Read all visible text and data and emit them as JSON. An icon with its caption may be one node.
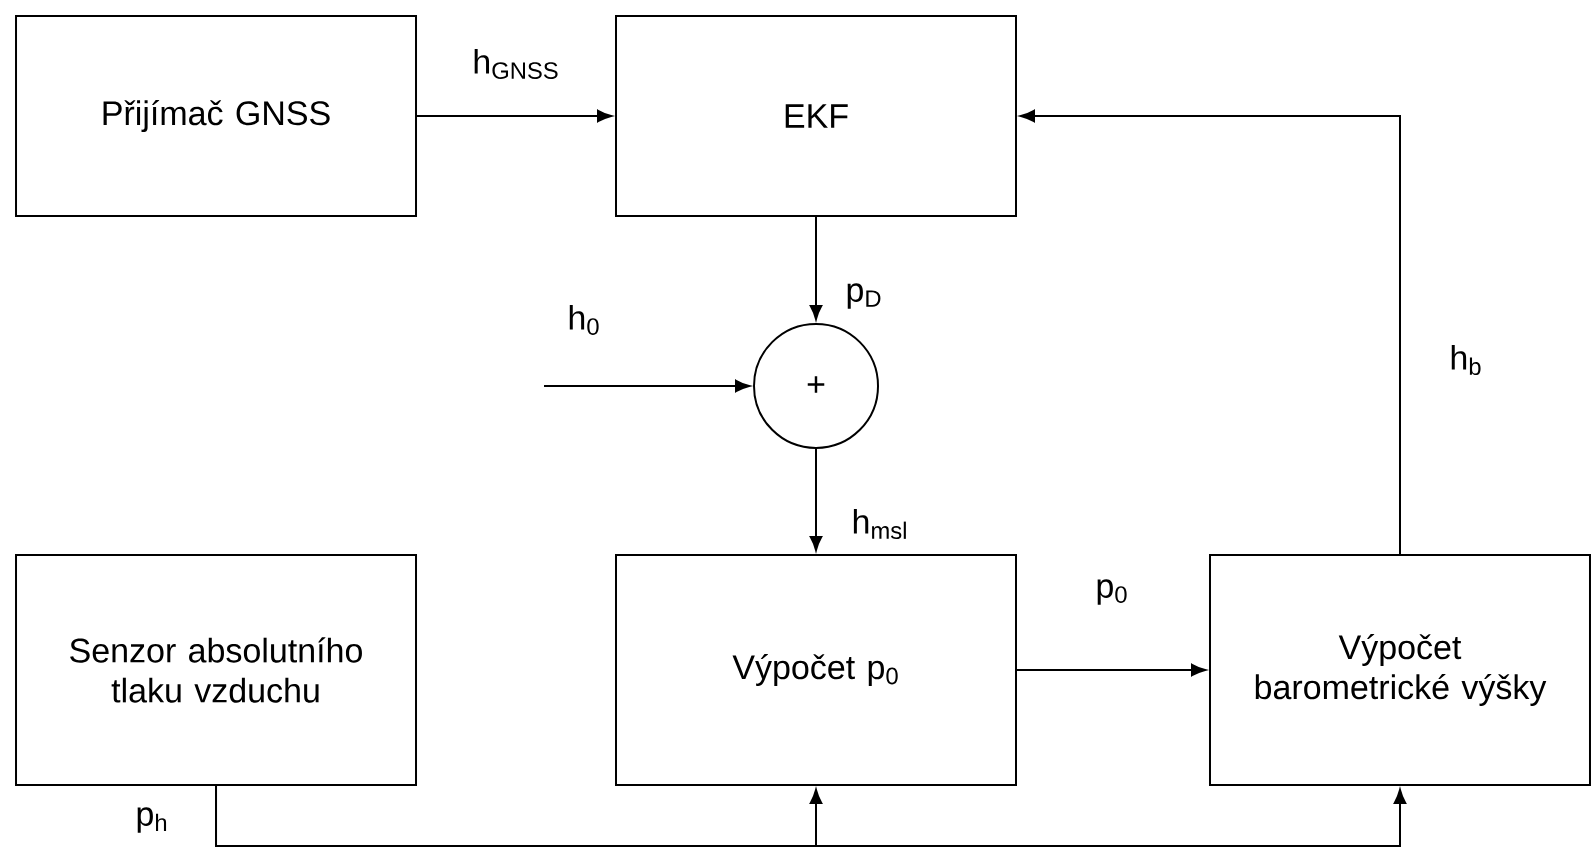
{
  "diagram": {
    "nodes": [
      {
        "text": [
          "Přijímač GNSS"
        ]
      },
      {
        "text": [
          "EKF"
        ]
      },
      {
        "text": [
          "+"
        ]
      },
      {
        "text": [
          "Senzor absolutního tlaku vzduchu"
        ]
      },
      {
        "text": [
          "Výpočet p$_{0}$"
        ]
      },
      {
        "text": [
          "Výpočet barometrické výšky"
        ]
      }
    ],
    "edges": [
      {
        "from": 0,
        "to": 1,
        "arrow": "to",
        "label": "h$_{GNSS}$"
      },
      {
        "from": 1,
        "to": 2,
        "arrow": "to",
        "label": "p$_{D}$"
      },
      {
        "from": null,
        "to": 2,
        "arrow": "to",
        "label": "h$_{0}$"
      },
      {
        "from": 2,
        "to": 4,
        "arrow": "to",
        "label": "h$_{msl}$"
      },
      {
        "from": 4,
        "to": 5,
        "arrow": "to",
        "label": "p$_{0}$"
      },
      {
        "from": 5,
        "to": 1,
        "arrow": "to",
        "label": "h$_{b}$"
      },
      {
        "from": 3,
        "to": 4,
        "arrow": "to",
        "label": "p$_{h}$"
      },
      {
        "from": 3,
        "to": 5,
        "arrow": "to"
      }
    ]
  }
}
